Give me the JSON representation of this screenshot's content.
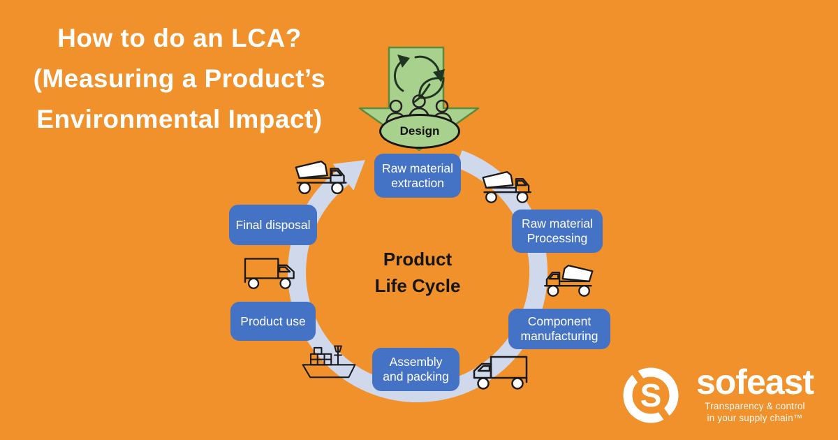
{
  "colors": {
    "background": "#F0912B",
    "stage_box": "#4472C4",
    "stage_text": "#FFFFFF",
    "cycle_band": "#D0D9EC",
    "design_arrow_fill": "#A9D18E",
    "design_arrow_border": "#5B8A3C",
    "icon_stroke": "#1A1A1A",
    "center_text": "#151515",
    "logo_text": "#FFFFFF"
  },
  "title": {
    "text": "How to do an LCA?\n(Measuring a Product’s\nEnvironmental Impact)"
  },
  "design_stage": {
    "label": "Design",
    "icons": [
      "recycle-leaf-icon",
      "people-icon",
      "down-arrow-shape"
    ]
  },
  "cycle": {
    "center_label": "Product\nLife Cycle",
    "stages": [
      {
        "label": "Raw material\nextraction"
      },
      {
        "label": "Raw material\nProcessing"
      },
      {
        "label": "Component\nmanufacturing"
      },
      {
        "label": "Assembly\nand packing"
      },
      {
        "label": "Product use"
      },
      {
        "label": "Final disposal"
      }
    ],
    "transport_icons": [
      "dump-truck-icon",
      "dump-truck-icon",
      "dump-truck-icon",
      "box-truck-icon",
      "cargo-ship-icon",
      "box-truck-icon"
    ]
  },
  "logo": {
    "brand": "sofeast",
    "tagline": "Transparency & control\nin your supply chain™",
    "icon": "sofeast-swirl-icon"
  }
}
